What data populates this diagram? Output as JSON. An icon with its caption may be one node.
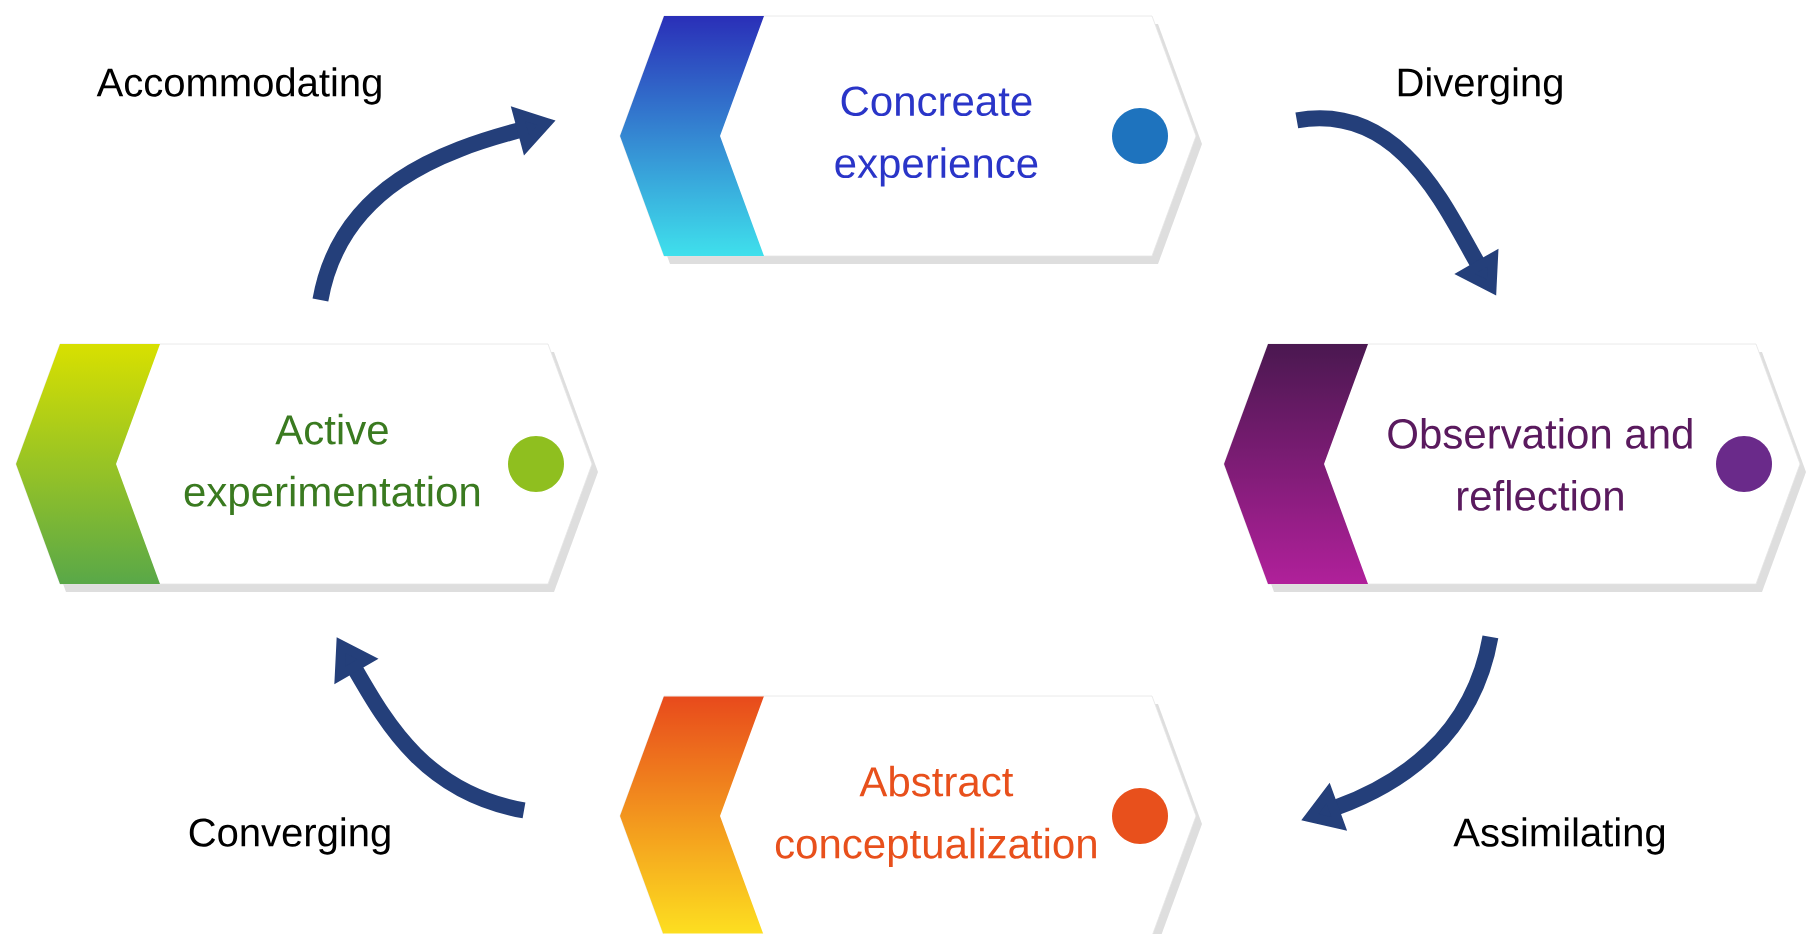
{
  "diagram": {
    "nodes": [
      {
        "text": [
          "Concreate experience"
        ]
      },
      {
        "text": [
          "Observation and reflection"
        ]
      },
      {
        "text": [
          "Abstract conceptualization"
        ]
      },
      {
        "text": [
          "Active experimentation"
        ]
      }
    ],
    "edges": [
      {
        "from": 0,
        "to": 1,
        "arrow": "to",
        "label": "Diverging"
      },
      {
        "from": 1,
        "to": 2,
        "arrow": "to",
        "label": "Assimilating"
      },
      {
        "from": 2,
        "to": 3,
        "arrow": "to",
        "label": "Converging"
      },
      {
        "from": 3,
        "to": 0,
        "arrow": "to",
        "label": "Accommodating"
      }
    ]
  }
}
